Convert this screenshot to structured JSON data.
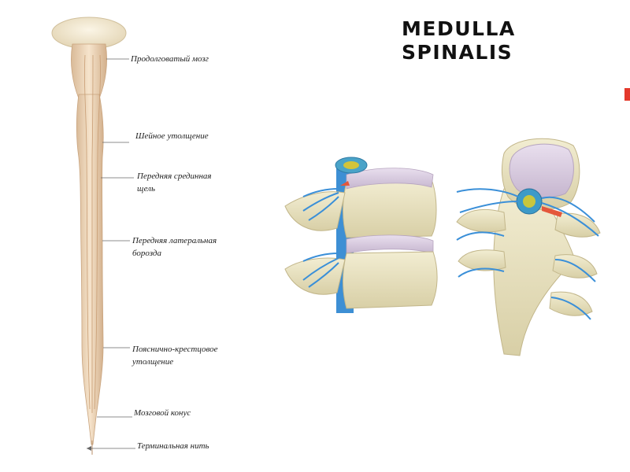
{
  "title": {
    "line1": "MEDULLA",
    "line2": "SPINALIS"
  },
  "accent_color": "#e4392c",
  "labels": [
    {
      "lines": [
        "Продолговатый мозг"
      ]
    },
    {
      "lines": [
        "Шейное утолщение"
      ]
    },
    {
      "lines": [
        "Передняя срединная",
        "щель"
      ]
    },
    {
      "lines": [
        "Передняя латеральная",
        "борозда"
      ]
    },
    {
      "lines": [
        "Пояснично-крестцовое",
        "утолщение"
      ]
    },
    {
      "lines": [
        "Мозговой конус"
      ]
    },
    {
      "lines": [
        "Терминальная нить"
      ]
    }
  ]
}
